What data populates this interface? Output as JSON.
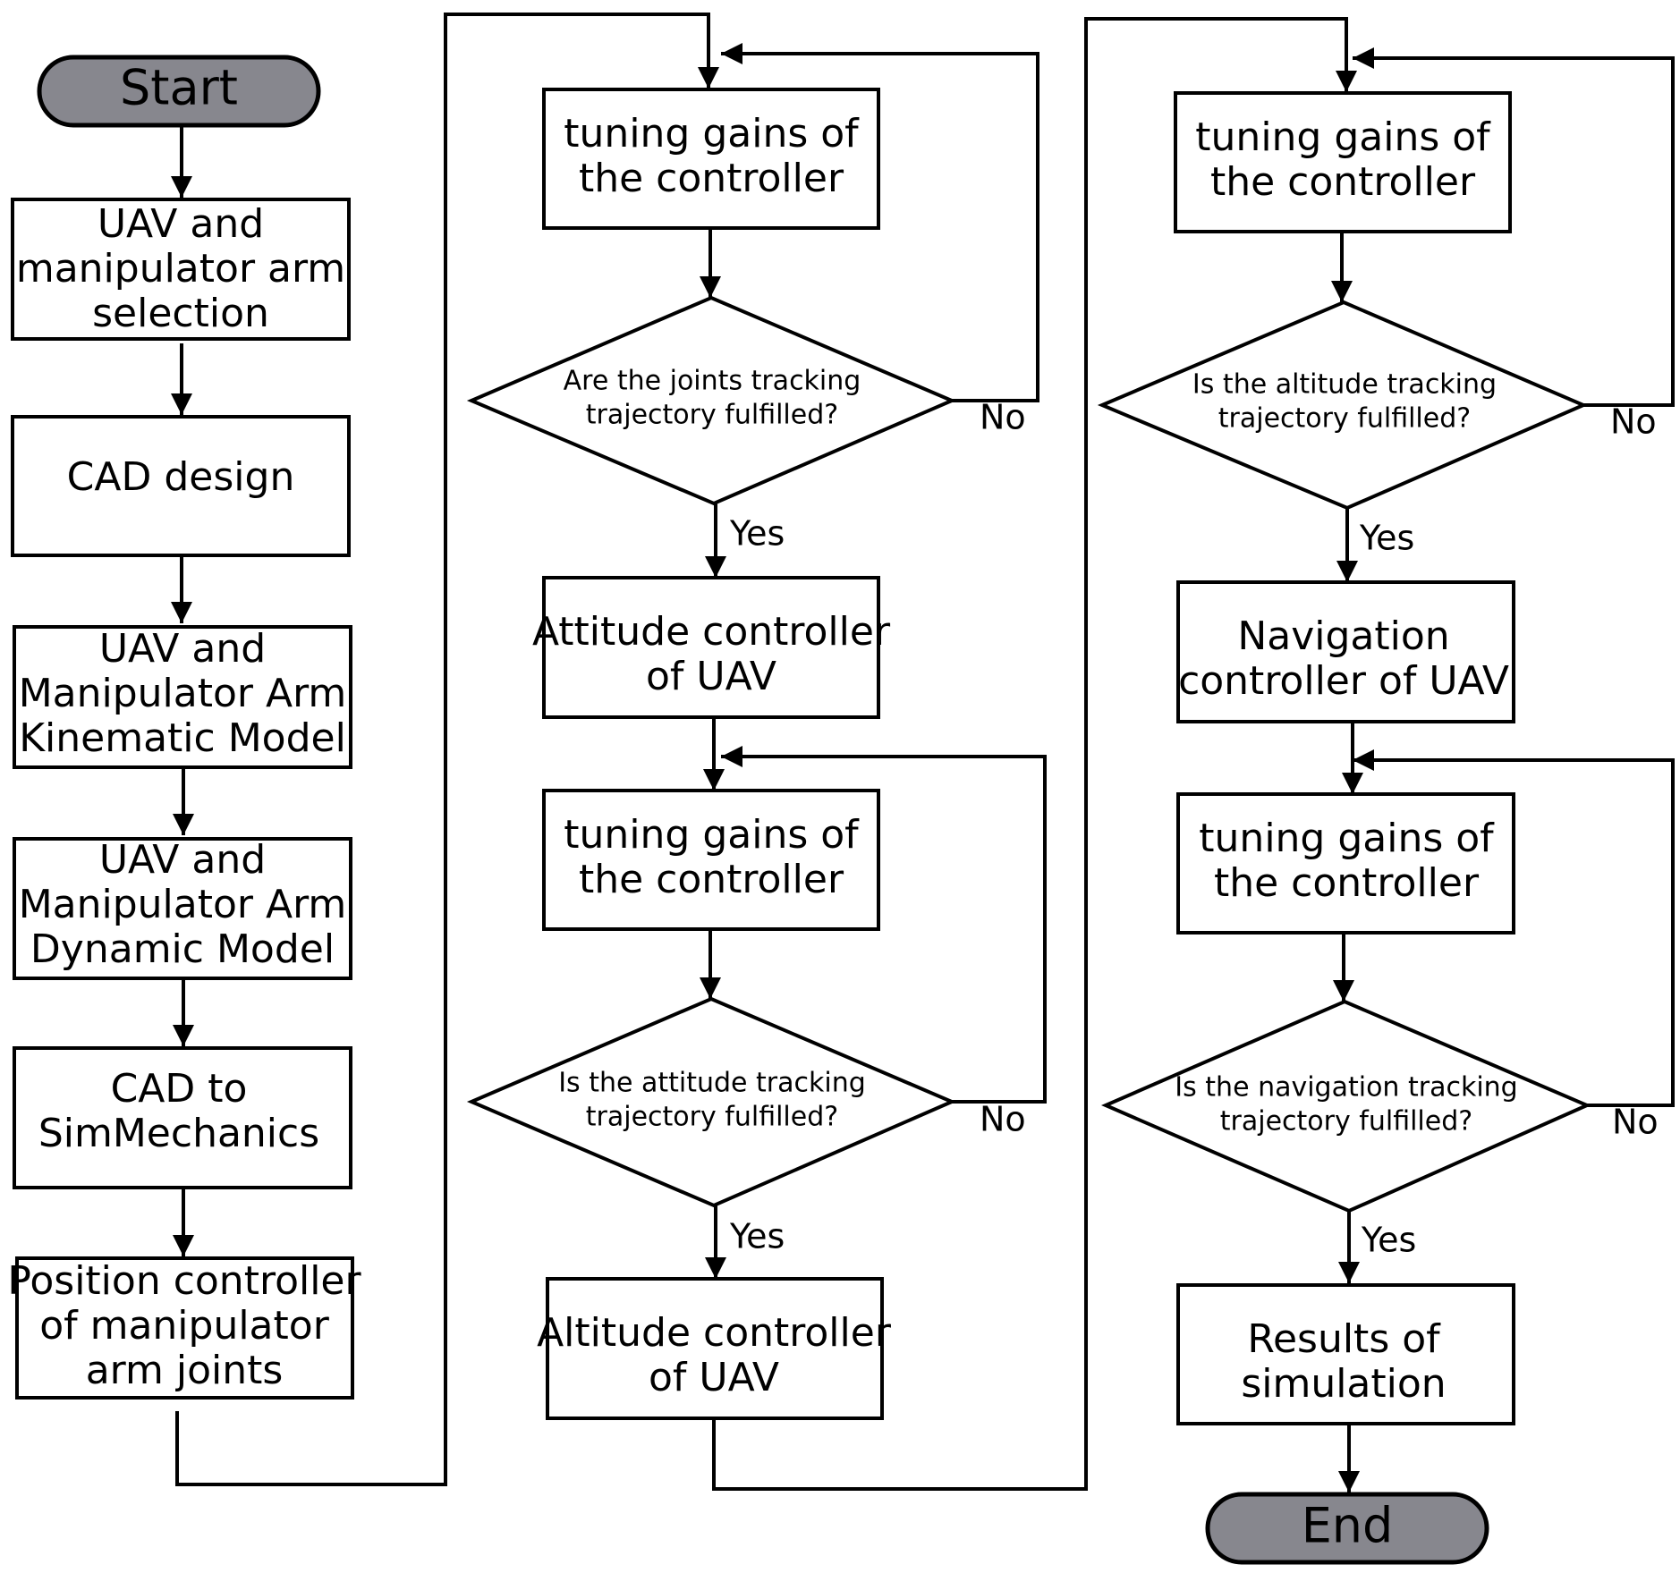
{
  "flowchart": {
    "start": "Start",
    "end": "End",
    "yes_label": "Yes",
    "no_label": "No",
    "col1": {
      "uav_selection": [
        "UAV and",
        "manipulator arm",
        "selection"
      ],
      "cad_design": [
        "CAD design"
      ],
      "kinematic_model": [
        "UAV and",
        "Manipulator Arm",
        "Kinematic Model"
      ],
      "dynamic_model": [
        "UAV and",
        "Manipulator Arm",
        "Dynamic Model"
      ],
      "cad_to_simmechanics": [
        "CAD to",
        "SimMechanics"
      ],
      "position_controller": [
        "Position controller",
        "of manipulator",
        "arm joints"
      ]
    },
    "col2": {
      "tuning_1": [
        "tuning gains of",
        "the controller"
      ],
      "decision_joints": [
        "Are the joints tracking",
        "trajectory fulfilled?"
      ],
      "attitude_controller": [
        "Attitude controller",
        "of UAV"
      ],
      "tuning_2": [
        "tuning gains of",
        "the controller"
      ],
      "decision_attitude": [
        "Is the attitude tracking",
        "trajectory fulfilled?"
      ],
      "altitude_controller": [
        "Altitude controller",
        "of UAV"
      ]
    },
    "col3": {
      "tuning_3": [
        "tuning gains of",
        "the controller"
      ],
      "decision_altitude": [
        "Is the altitude tracking",
        "trajectory fulfilled?"
      ],
      "navigation_controller": [
        "Navigation",
        "controller of UAV"
      ],
      "tuning_4": [
        "tuning gains of",
        "the controller"
      ],
      "decision_navigation": [
        "Is the navigation tracking",
        "trajectory fulfilled?"
      ],
      "results": [
        "Results of",
        "simulation"
      ]
    }
  },
  "colors": {
    "terminal_fill": "#87878e",
    "stroke": "#000000",
    "background": "#ffffff"
  }
}
